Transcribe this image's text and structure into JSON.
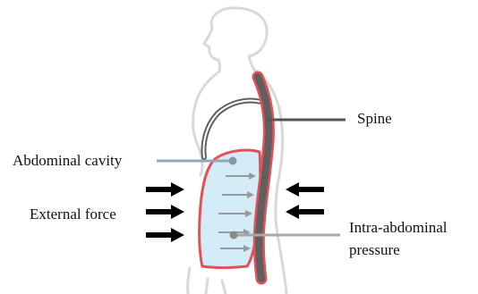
{
  "labels": {
    "spine": "Spine",
    "abdominal_cavity": "Abdominal cavity",
    "external_force": "External force",
    "intra_abdominal_pressure_line1": "Intra-abdominal",
    "intra_abdominal_pressure_line2": "pressure"
  },
  "colors": {
    "body_outline": "#d9d9d9",
    "cavity_fill": "#d4ecf7",
    "cavity_outline": "#e0525a",
    "spine_fill": "#5f5f5f",
    "spine_outline": "#e0525a",
    "diaphragm": "#5f5f5f",
    "pointer_line": "#8fa8b8",
    "spine_pointer": "#555555",
    "pressure_pointer": "#a8a8a8",
    "internal_arrows": "#9a9a9a",
    "external_arrows": "#000000",
    "dot": "#7f9aae"
  }
}
